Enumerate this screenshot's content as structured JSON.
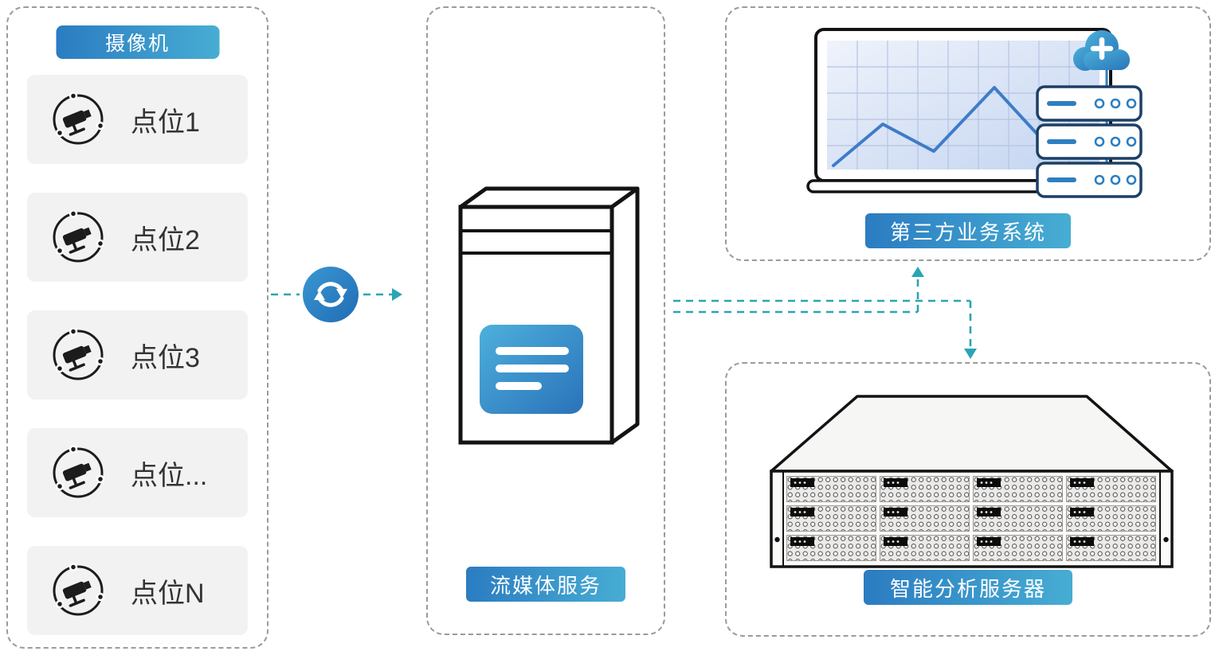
{
  "diagram": {
    "camera_panel": {
      "title": "摄像机",
      "items": [
        {
          "label": "点位1"
        },
        {
          "label": "点位2"
        },
        {
          "label": "点位3"
        },
        {
          "label": "点位..."
        },
        {
          "label": "点位N"
        }
      ]
    },
    "media_panel": {
      "label": "流媒体服务"
    },
    "third_party_panel": {
      "label": "第三方业务系统"
    },
    "analysis_panel": {
      "label": "智能分析服务器"
    }
  },
  "icons": {
    "camera": "cctv-camera-icon",
    "sync": "sync-refresh-icon",
    "media_server": "tower-server-icon",
    "third_party": "laptop-chart-cloud-icon",
    "analysis": "rack-server-icon",
    "cloud_plus": "cloud-plus-icon"
  },
  "colors": {
    "badge_gradient_start": "#2b7cc1",
    "badge_gradient_end": "#47add3",
    "connector": "#2aa5b5",
    "panel_border": "#9b9b9b",
    "item_background": "#f2f2f2",
    "accent_blue": "#2d7fc0",
    "chart_line": "#3e7cc9"
  }
}
